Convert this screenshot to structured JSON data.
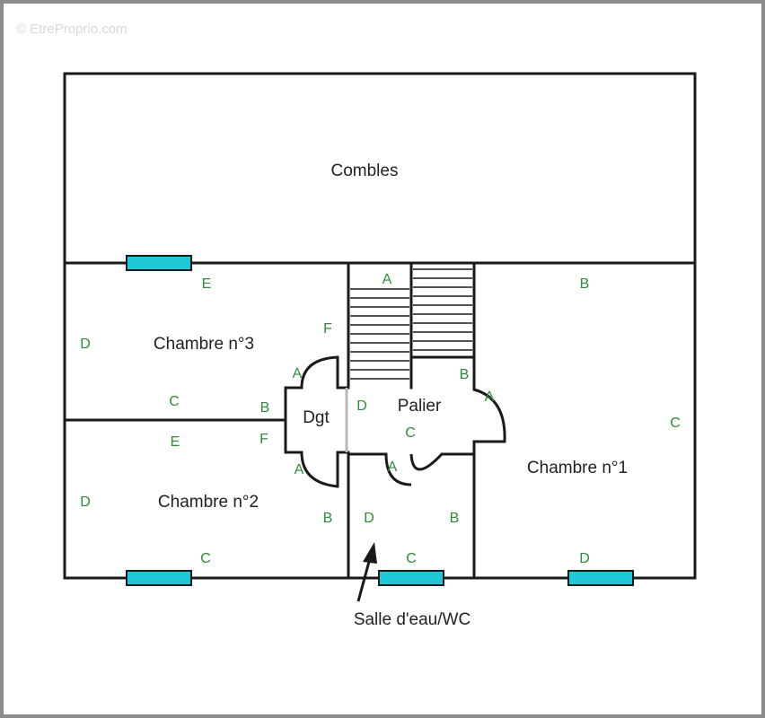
{
  "watermark": "© EtreProprio.com",
  "rooms": {
    "combles": "Combles",
    "chambre3": "Chambre n°3",
    "chambre2": "Chambre n°2",
    "chambre1": "Chambre n°1",
    "dgt": "Dgt",
    "palier": "Palier",
    "salle_eau": "Salle d'eau/WC"
  },
  "wall_letters": {
    "ch3_e": "E",
    "ch3_d": "D",
    "ch3_f": "F",
    "ch3_c": "C",
    "ch3_b": "B",
    "ch2_e": "E",
    "ch2_f": "F",
    "ch2_d": "D",
    "ch2_b": "B",
    "ch2_c": "C",
    "dgt_a_top": "A",
    "dgt_a_bottom": "A",
    "pal_a": "A",
    "pal_b": "B",
    "pal_d": "D",
    "pal_c": "C",
    "ch1_b": "B",
    "ch1_a": "A",
    "ch1_c": "C",
    "ch1_d": "D",
    "sde_a": "A",
    "sde_d": "D",
    "sde_b": "B",
    "sde_c": "C"
  },
  "colors": {
    "wall": "#1a1a1a",
    "window": "#1ec8d6",
    "wall_letter": "#2e8b3a"
  }
}
